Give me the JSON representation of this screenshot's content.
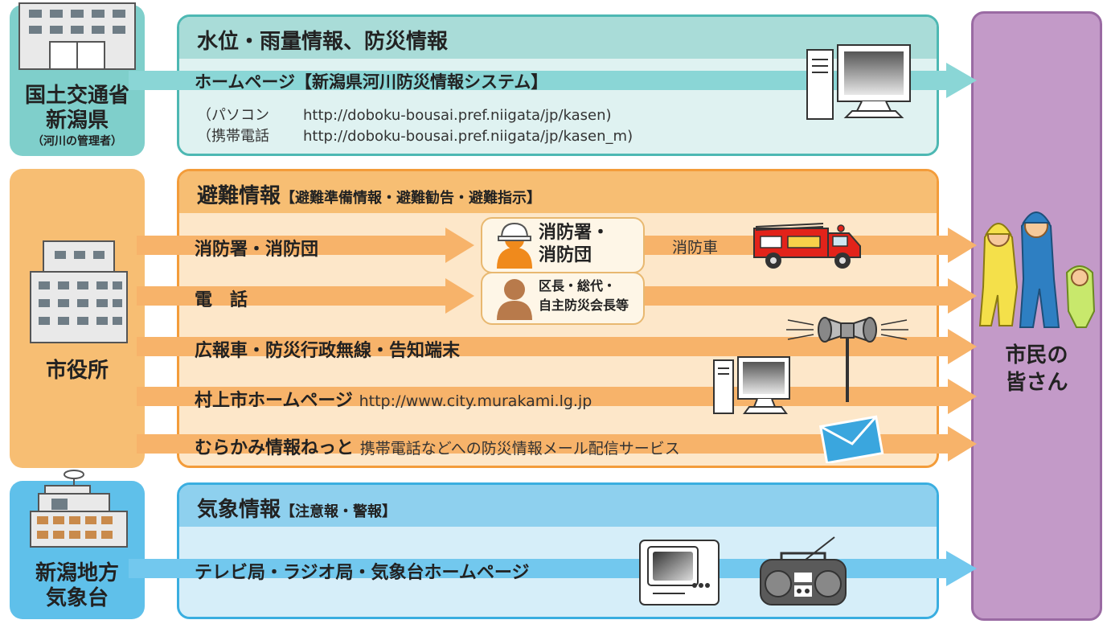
{
  "colors": {
    "teal": "#4db8b3",
    "teal_bg": "#dff2f1",
    "teal_header": "#a9dcd8",
    "orange": "#f39c3a",
    "orange_bg": "#fde7c9",
    "orange_header": "#f7be73",
    "blue": "#3aaee0",
    "blue_bg": "#d6eef9",
    "blue_header": "#8ed0ee",
    "purple": "#c39ac8",
    "purple_border": "#9a6aa3",
    "arrow_orange": "#f7b36a",
    "arrow_teal": "#8ad6d6",
    "arrow_blue": "#72c8ee"
  },
  "sources": {
    "national": {
      "line1": "国土交通省",
      "line2": "新潟県",
      "sub": "（河川の管理者）"
    },
    "city": {
      "name": "市役所"
    },
    "weather": {
      "line1": "新潟地方",
      "line2": "気象台"
    }
  },
  "destination": {
    "line1": "市民の",
    "line2": "皆さん"
  },
  "river_panel": {
    "title": "水位・雨量情報、防災情報",
    "route_label": "ホームページ【新潟県河川防災情報システム】",
    "urls": [
      {
        "label": "（パソコン",
        "url": "http://doboku-bousai.pref.niigata/jp/kasen)"
      },
      {
        "label": "（携帯電話",
        "url": "http://doboku-bousai.pref.niigata/jp/kasen_m)"
      }
    ]
  },
  "evac_panel": {
    "title": "避難情報",
    "title_sub": "【避難準備情報・避難勧告・避難指示】",
    "routes": [
      {
        "label": "消防署・消防団"
      },
      {
        "label": "電　話"
      },
      {
        "label": "広報車・防災行政無線・告知端末"
      },
      {
        "label": "村上市ホームページ",
        "detail": "http://www.city.murakami.lg.jp"
      },
      {
        "label": "むらかみ情報ねっと",
        "detail": "携帯電話などへの防災情報メール配信サービス"
      }
    ],
    "fire_box": {
      "line1": "消防署・",
      "line2": "消防団"
    },
    "ward_box": {
      "line1": "区長・総代・",
      "line2": "自主防災会長等"
    },
    "fire_truck_label": "消防車"
  },
  "weather_panel": {
    "title": "気象情報",
    "title_sub": "【注意報・警報】",
    "route_label": "テレビ局・ラジオ局・気象台ホームページ"
  },
  "icons": [
    "government-building-icon",
    "city-hall-icon",
    "weather-station-icon",
    "computer-icon",
    "firefighter-icon",
    "person-icon",
    "fire-truck-icon",
    "loudspeaker-icon",
    "mail-icon",
    "tv-icon",
    "radio-icon",
    "citizens-icon"
  ]
}
